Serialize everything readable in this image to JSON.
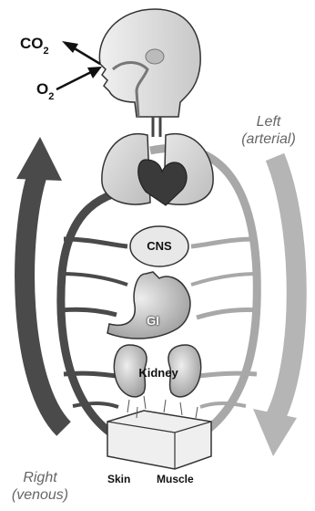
{
  "labels": {
    "co2_base": "CO",
    "co2_sub": "2",
    "o2_base": "O",
    "o2_sub": "2",
    "left_line1": "Left",
    "left_line2": "(arterial)",
    "right_line1": "Right",
    "right_line2": "(venous)",
    "cns": "CNS",
    "gi": "GI",
    "kidney": "Kidney",
    "skin": "Skin",
    "muscle": "Muscle"
  },
  "colors": {
    "venous": "#4a4a4a",
    "arterial": "#b8b8b8",
    "organ_fill": "#d9d9d9",
    "outline": "#333333"
  }
}
